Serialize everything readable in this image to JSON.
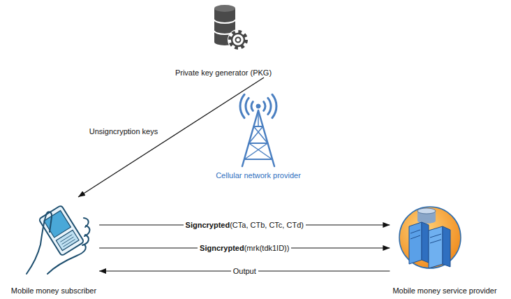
{
  "diagram": {
    "nodes": [
      {
        "text": [
          "Private key generator (PKG)"
        ]
      },
      {
        "text": [
          "Cellular network provider"
        ]
      },
      {
        "text": [
          "Mobile money subscriber"
        ]
      },
      {
        "text": [
          "Mobile money service provider"
        ]
      }
    ],
    "edges": [
      {
        "from": 0,
        "to": 2,
        "arrow": "to",
        "label": "Unsigncryption keys"
      },
      {
        "from": 2,
        "to": 3,
        "arrow": "to",
        "label": "Signcrypted(CTa, CTb, CTc, CTd)"
      },
      {
        "from": 2,
        "to": 3,
        "arrow": "to",
        "label": "Signcrypted(mrk(tdk1ID))"
      },
      {
        "from": 3,
        "to": 2,
        "arrow": "to",
        "label": "Output"
      }
    ]
  }
}
